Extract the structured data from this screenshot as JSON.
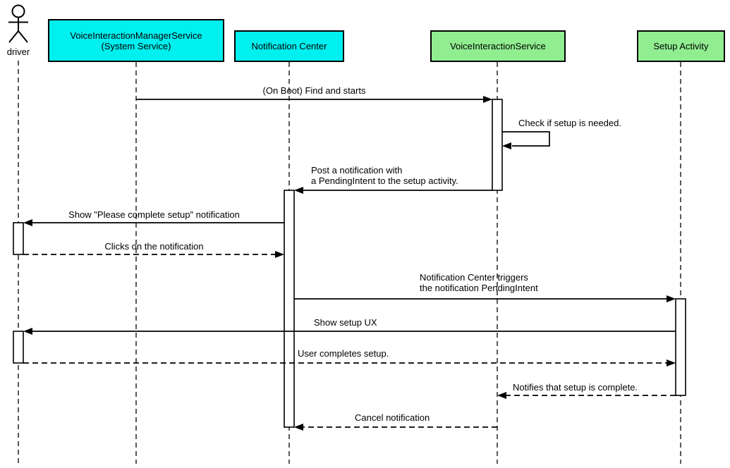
{
  "diagram": {
    "type": "uml-sequence",
    "colors": {
      "participant_cyan": "#00EFEF",
      "participant_green": "#90EE90",
      "line": "#000000",
      "background": "#ffffff"
    },
    "participants": [
      {
        "id": "driver",
        "kind": "actor",
        "label": "driver"
      },
      {
        "id": "voice-interaction-manager-service",
        "kind": "box",
        "label": "VoiceInteractionManagerService\n(System Service)",
        "fill": "#00EFEF"
      },
      {
        "id": "notification-center",
        "kind": "box",
        "label": "Notification Center",
        "fill": "#00EFEF"
      },
      {
        "id": "voice-interaction-service",
        "kind": "box",
        "label": "VoiceInteractionService",
        "fill": "#90EE90"
      },
      {
        "id": "setup-activity",
        "kind": "box",
        "label": "Setup Activity",
        "fill": "#90EE90"
      }
    ],
    "messages": [
      {
        "label": "(On Boot) Find and starts",
        "from": "voice-interaction-manager-service",
        "to": "voice-interaction-service",
        "style": "solid"
      },
      {
        "label": "Check if setup is needed.",
        "from": "voice-interaction-service",
        "to": "voice-interaction-service",
        "style": "solid-self"
      },
      {
        "label": "Post a notification with\na PendingIntent to the setup activity.",
        "from": "voice-interaction-service",
        "to": "notification-center",
        "style": "solid"
      },
      {
        "label": "Show \"Please complete setup\" notification",
        "from": "notification-center",
        "to": "driver",
        "style": "solid"
      },
      {
        "label": "Clicks on the notification",
        "from": "driver",
        "to": "notification-center",
        "style": "dashed"
      },
      {
        "label": "Notification Center triggers\nthe notification PendingIntent",
        "from": "notification-center",
        "to": "setup-activity",
        "style": "solid"
      },
      {
        "label": "Show setup UX",
        "from": "setup-activity",
        "to": "driver",
        "style": "solid"
      },
      {
        "label": "User completes setup.",
        "from": "driver",
        "to": "setup-activity",
        "style": "dashed"
      },
      {
        "label": "Notifies that setup is complete.",
        "from": "setup-activity",
        "to": "voice-interaction-service",
        "style": "dashed"
      },
      {
        "label": "Cancel notification",
        "from": "voice-interaction-service",
        "to": "notification-center",
        "style": "dashed"
      }
    ]
  }
}
